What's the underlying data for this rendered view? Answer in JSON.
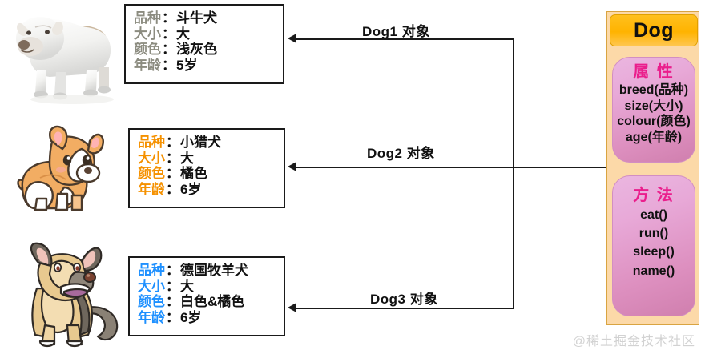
{
  "diagram": {
    "title": "Dog class and object instances diagram",
    "labels": {
      "key_breed": "品种",
      "key_size": "大小",
      "key_colour": "颜色",
      "key_age": "年龄",
      "separator": "："
    },
    "objects": [
      {
        "edge_label": "Dog1 对象",
        "label_color": "#111111",
        "key_color": "#8c8c80",
        "image_name": "bulldog-figurine-image",
        "image_alt": "白色斗牛犬模型",
        "rows": [
          {
            "key": "品种",
            "value": "斗牛犬"
          },
          {
            "key": "大小",
            "value": "大"
          },
          {
            "key": "颜色",
            "value": "浅灰色"
          },
          {
            "key": "年龄",
            "value": "5岁"
          }
        ]
      },
      {
        "edge_label": "Dog2 对象",
        "label_color": "#111111",
        "key_color": "#f59100",
        "image_name": "corgi-cartoon-image",
        "image_alt": "橘白色卡通柯基犬",
        "rows": [
          {
            "key": "品种",
            "value": "小猎犬"
          },
          {
            "key": "大小",
            "value": "大"
          },
          {
            "key": "颜色",
            "value": "橘色"
          },
          {
            "key": "年龄",
            "value": "6岁"
          }
        ]
      },
      {
        "edge_label": "Dog3 对象",
        "label_color": "#111111",
        "key_color": "#1e90ff",
        "image_name": "german-shepherd-cartoon-image",
        "image_alt": "卡通德国牧羊犬",
        "rows": [
          {
            "key": "品种",
            "value": "德国牧羊犬"
          },
          {
            "key": "大小",
            "value": "大"
          },
          {
            "key": "颜色",
            "value": "白色&橘色"
          },
          {
            "key": "年龄",
            "value": "6岁"
          }
        ]
      }
    ],
    "class_box": {
      "name": "Dog",
      "header_color": "#ffb300",
      "body_color": "#fcd9a8",
      "section_color": "#dd8fbf",
      "attributes": {
        "title": "属 性",
        "title_color": "#ea1e8c",
        "items": [
          "breed(品种)",
          "size(大小)",
          "colour(颜色)",
          "age(年龄)"
        ]
      },
      "methods": {
        "title": "方 法",
        "title_color": "#ea1e8c",
        "items": [
          "eat()",
          "run()",
          "sleep()",
          "name()"
        ]
      }
    },
    "watermark": "@稀土掘金技术社区"
  }
}
